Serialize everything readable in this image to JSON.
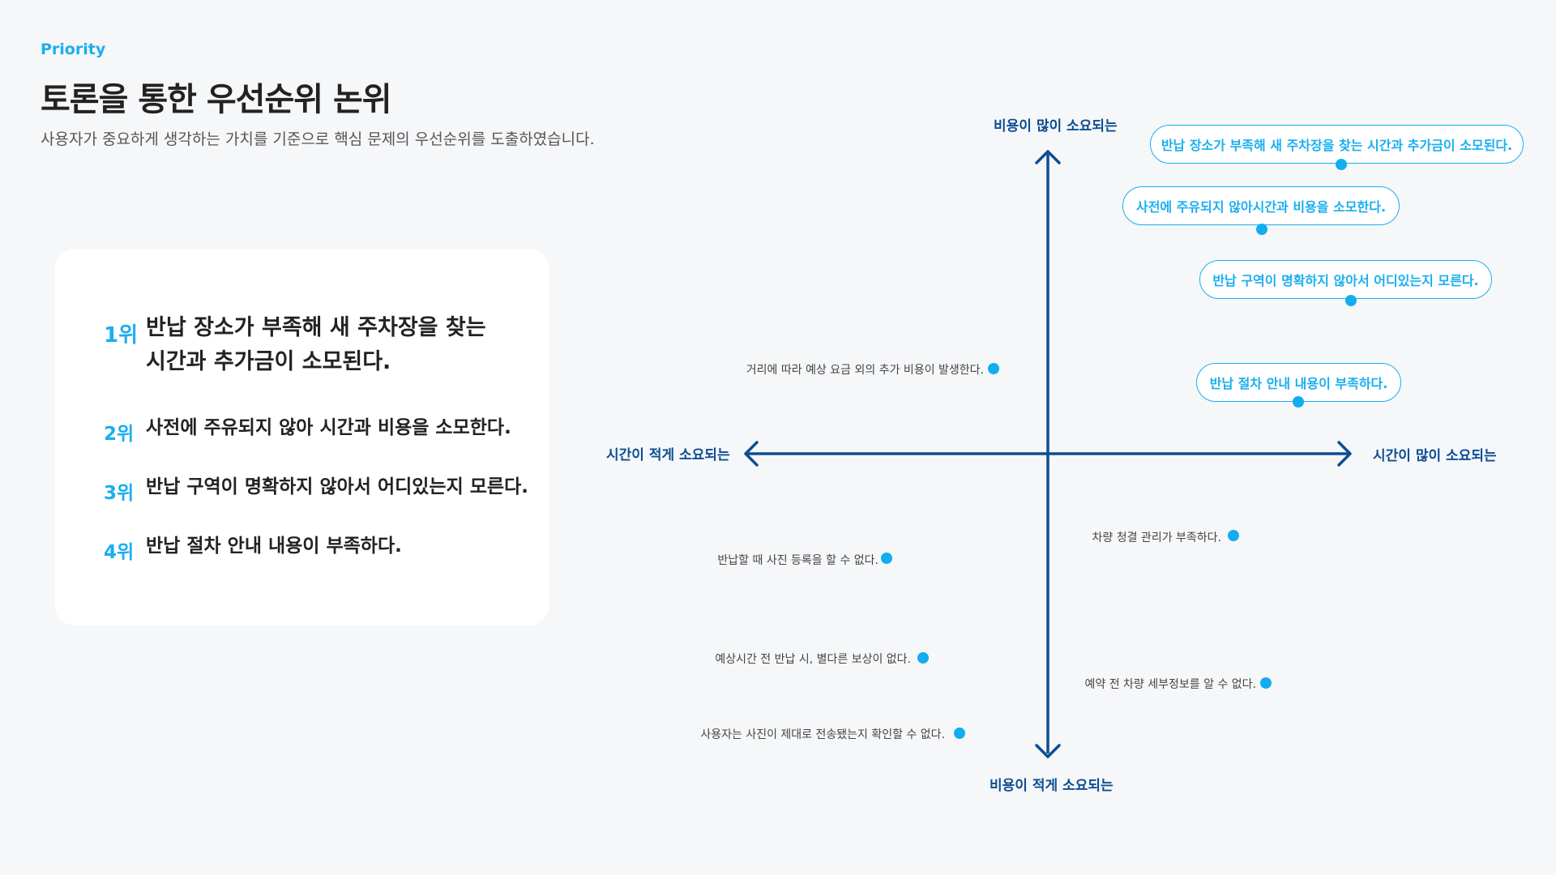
{
  "header": {
    "eyebrow": "Priority",
    "title": "토론을 통한 우선순위 논위",
    "subtitle": "사용자가 중요하게 생각하는 가치를 기준으로 핵심 문제의 우선순위를 도출하였습니다."
  },
  "ranking": [
    {
      "rank": "1위",
      "line1": "반납 장소가 부족해 새 주차장을 찾는",
      "line2": "시간과 추가금이 소모된다."
    },
    {
      "rank": "2위",
      "line1": "사전에 주유되지 않아 시간과 비용을 소모한다."
    },
    {
      "rank": "3위",
      "line1": "반납 구역이 명확하지 않아서 어디있는지 모른다."
    },
    {
      "rank": "4위",
      "line1": "반납 절차 안내 내용이 부족하다."
    }
  ],
  "matrix": {
    "axes": {
      "top": "비용이 많이 소요되는",
      "bottom": "비용이 적게 소요되는",
      "left": "시간이 적게 소요되는",
      "right": "시간이 많이 소요되는"
    },
    "highlighted": [
      {
        "text": "반납 장소가 부족해 새 주차장을 찾는 시간과 추가금이 소모된다."
      },
      {
        "text": "사전에 주유되지 않아시간과 비용을 소모한다."
      },
      {
        "text": "반납 구역이 명확하지 않아서 어디있는지 모른다."
      },
      {
        "text": "반납 절차 안내 내용이 부족하다."
      }
    ],
    "others": [
      {
        "text": "거리에 따라 예상 요금 외의 추가 비용이 발생한다."
      },
      {
        "text": "차량 청결 관리가 부족하다."
      },
      {
        "text": "반납할 때 사진 등록을 할 수 없다."
      },
      {
        "text": "예상시간 전 반납 시, 별다른 보상이 없다."
      },
      {
        "text": "예약 전 차량 세부정보를 알 수 없다."
      },
      {
        "text": "사용자는 사진이 제대로 전송됐는지 확인할 수 없다."
      }
    ]
  },
  "colors": {
    "accent": "#1aaef0",
    "axis": "#0d4d93"
  }
}
